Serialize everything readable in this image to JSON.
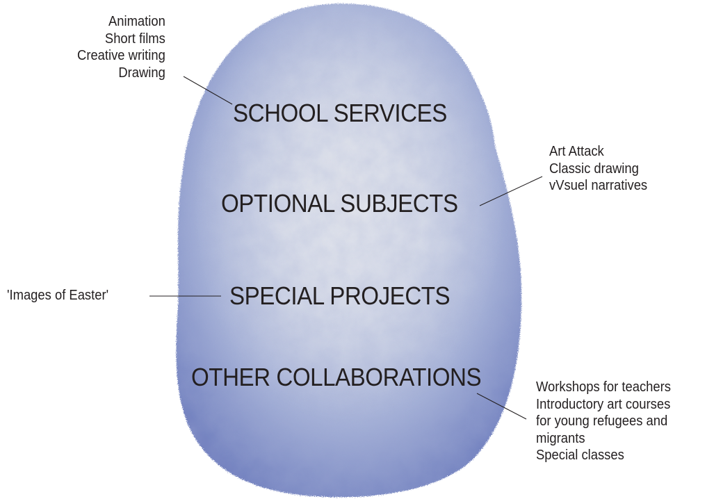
{
  "colors": {
    "blob_light": "#d6dbe8",
    "blob_mid": "#9aa8d2",
    "blob_dark": "#6a79b8",
    "text": "#231f20"
  },
  "categories": [
    {
      "id": "school",
      "label": "SCHOOL SERVICES"
    },
    {
      "id": "optional",
      "label": "OPTIONAL SUBJECTS"
    },
    {
      "id": "special",
      "label": "SPECIAL PROJECTS"
    },
    {
      "id": "other",
      "label": "OTHER COLLABORATIONS"
    }
  ],
  "notes": {
    "school": [
      "Animation",
      "Short films",
      "Creative writing",
      "Drawing"
    ],
    "optional": [
      "Art Attack",
      "Classic drawing",
      "vVsuel narratives"
    ],
    "special": [
      "'Images of Easter'"
    ],
    "other": [
      "Workshops for teachers",
      "Introductory art courses",
      "for young refugees and",
      "migrants",
      "Special classes"
    ]
  }
}
